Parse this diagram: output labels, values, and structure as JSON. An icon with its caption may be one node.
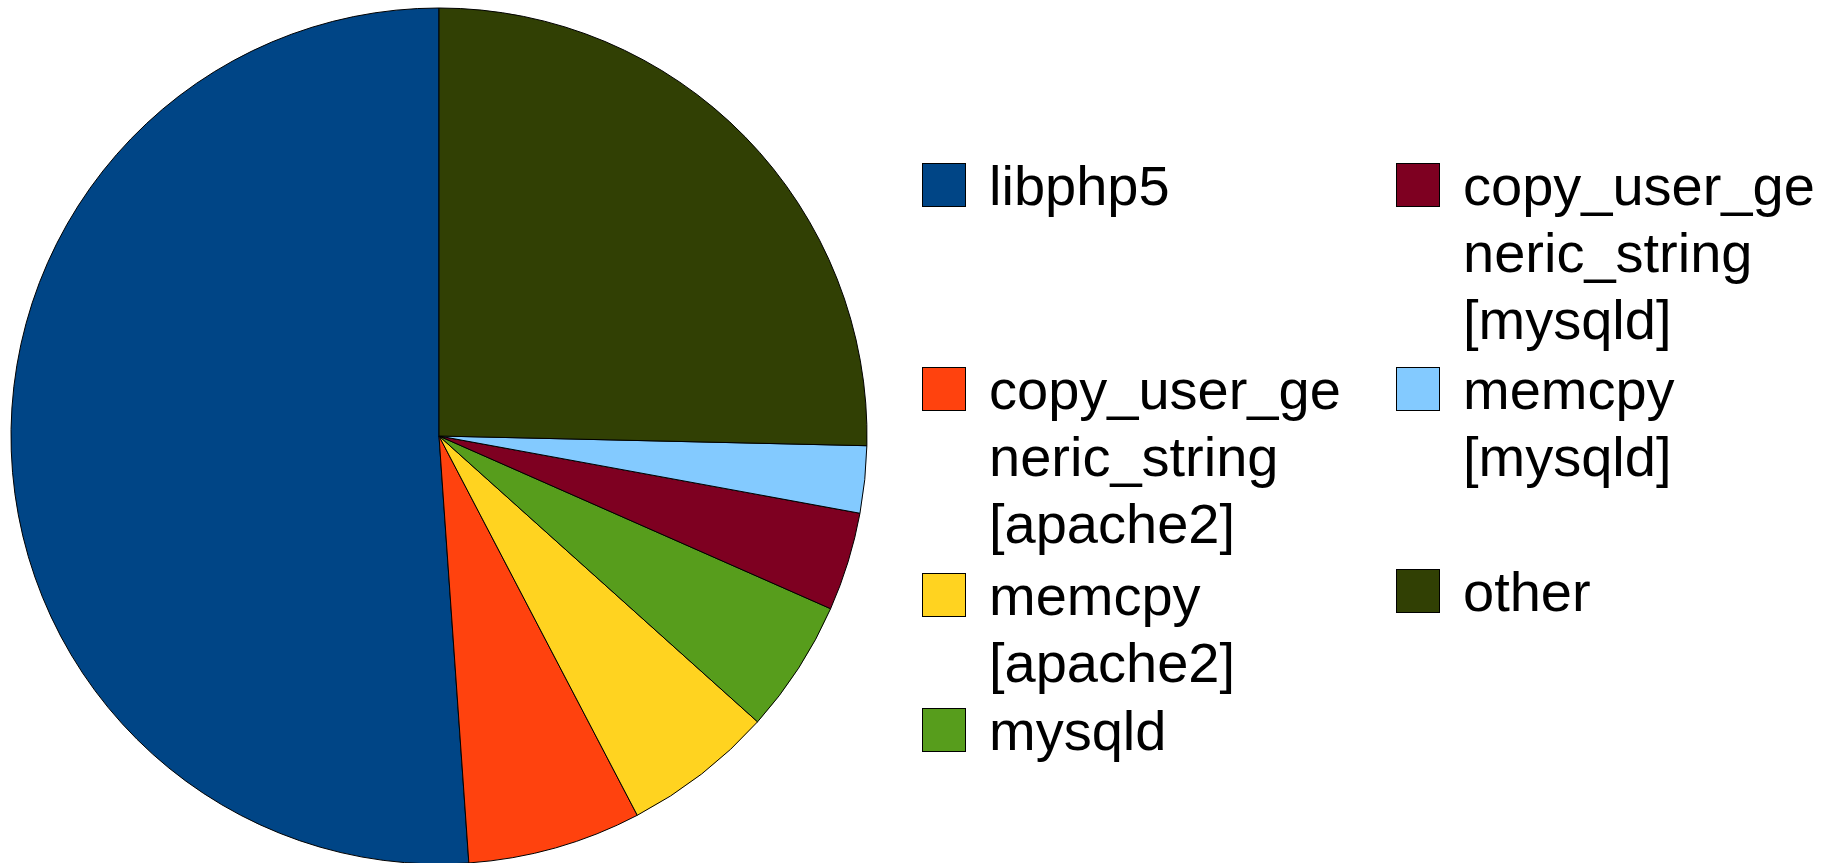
{
  "diagram": {
    "legend": [
      {
        "text": "libphp5",
        "color": "#004586"
      },
      {
        "text": "copy_user_generic_string [apache2]",
        "color": "#ff420e"
      },
      {
        "text": "memcpy [apache2]",
        "color": "#ffd320"
      },
      {
        "text": "mysqld",
        "color": "#579d1c"
      },
      {
        "text": "copy_user_generic_string [mysqld]",
        "color": "#7e0021"
      },
      {
        "text": "memcpy [mysqld]",
        "color": "#83caff"
      },
      {
        "text": "other",
        "color": "#314004"
      }
    ]
  }
}
